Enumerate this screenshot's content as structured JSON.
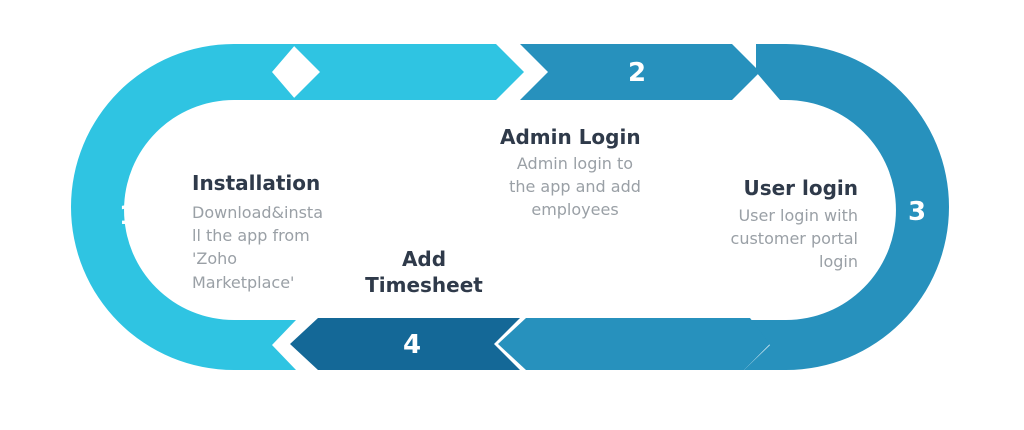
{
  "diagram": {
    "colors": {
      "light": "#2fc4e2",
      "mid": "#2791bd",
      "dark": "#146897",
      "title_text": "#2f3a4a",
      "desc_text": "#9aa0a6"
    },
    "steps": [
      {
        "number": "1",
        "title": "Installation",
        "desc_lines": [
          "Download&insta",
          "ll the app from",
          "'Zoho",
          "Marketplace'"
        ]
      },
      {
        "number": "2",
        "title": "Admin Login",
        "desc_lines": [
          "Admin login to",
          "the app and add",
          "employees"
        ]
      },
      {
        "number": "3",
        "title": "User login",
        "desc_lines": [
          "User login  with",
          "customer portal",
          "login"
        ]
      },
      {
        "number": "4",
        "title_lines": [
          "Add",
          "Timesheet"
        ]
      }
    ]
  }
}
